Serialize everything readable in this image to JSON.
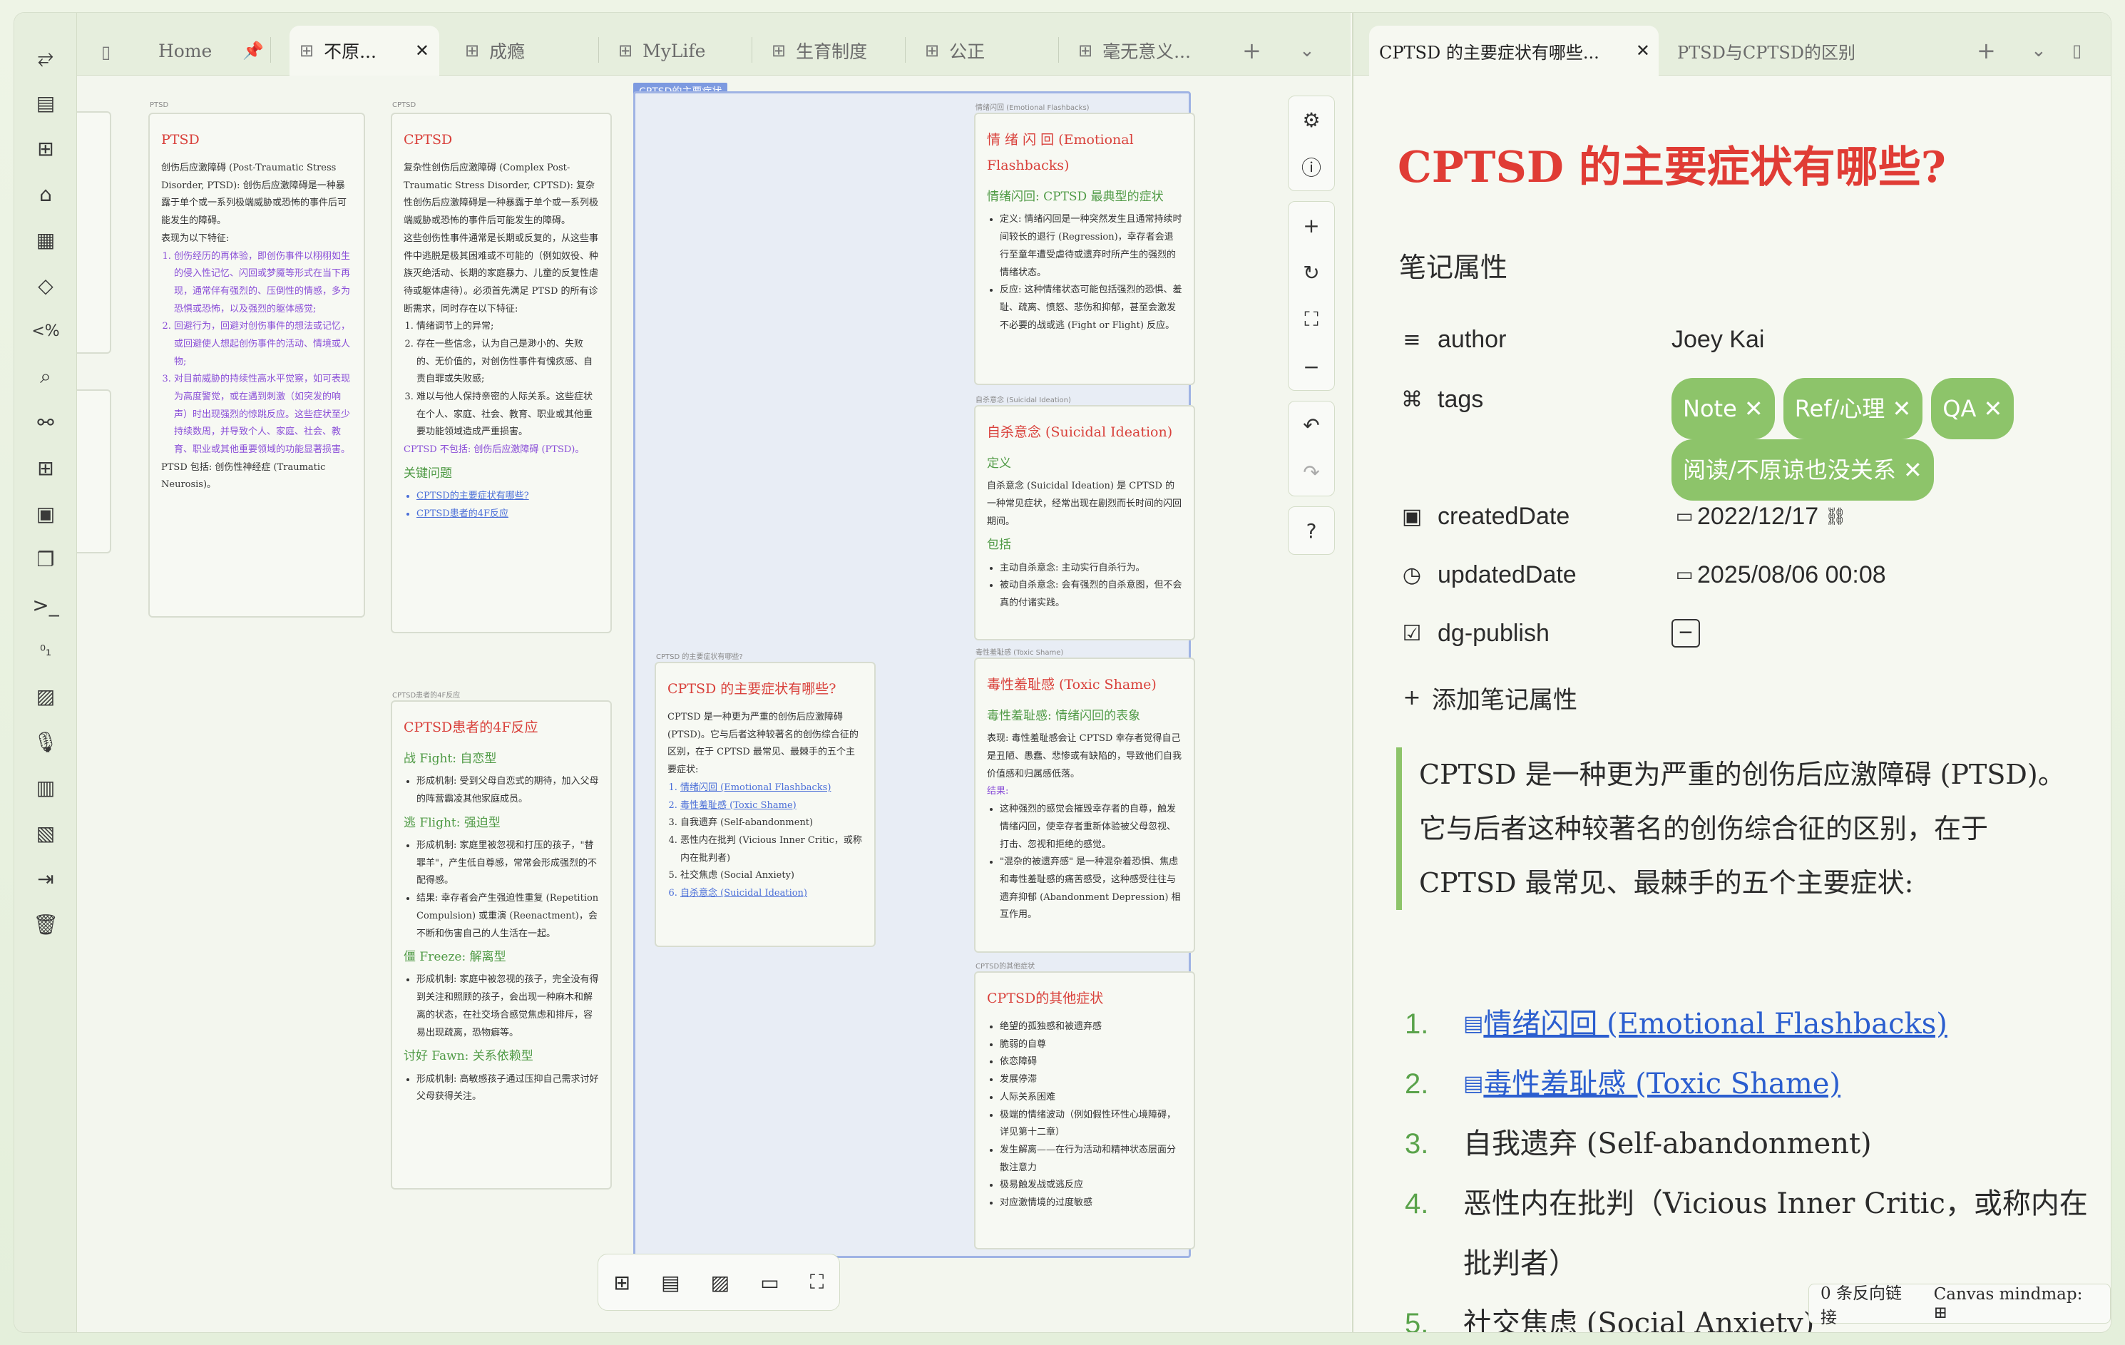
{
  "tabs": {
    "left": [
      {
        "label": "Home"
      },
      {
        "label": "不原..."
      },
      {
        "label": "成瘾"
      },
      {
        "label": "MyLife"
      },
      {
        "label": "生育制度"
      },
      {
        "label": "公正"
      },
      {
        "label": "毫无意义..."
      }
    ],
    "right": [
      {
        "label": "CPTSD 的主要症状有哪些..."
      },
      {
        "label": "PTSD与CPTSD的区别"
      }
    ]
  },
  "canvas": {
    "group_label": "CPTSD的主要症状",
    "ptsd": {
      "label": "PTSD",
      "title": "PTSD",
      "body": "创伤后应激障碍 (Post-Traumatic Stress Disorder, PTSD): 创伤后应激障碍是一种暴露于单个或一系列极端威胁或恐怖的事件后可能发生的障碍。",
      "intro": "表现为以下特征:",
      "items": [
        "创伤经历的再体验，即创伤事件以栩栩如生的侵入性记忆、闪回或梦魇等形式在当下再现，通常伴有强烈的、压倒性的情感，多为恐惧或恐怖，以及强烈的躯体感觉;",
        "回避行为，回避对创伤事件的想法或记忆，或回避使人想起创伤事件的活动、情境或人物;",
        "对目前威胁的持续性高水平觉察，如可表现为高度警觉，或在遇到刺激（如突发的响声）时出现强烈的惊跳反应。这些症状至少持续数周，并导致个人、家庭、社会、教育、职业或其他重要领域的功能显著损害。"
      ],
      "footer": "PTSD 包括: 创伤性神经症 (Traumatic Neurosis)。"
    },
    "cptsd": {
      "label": "CPTSD",
      "title": "CPTSD",
      "body": "复杂性创伤后应激障碍 (Complex Post-Traumatic Stress Disorder, CPTSD): 复杂性创伤后应激障碍是一种暴露于单个或一系列极端威胁或恐怖的事件后可能发生的障碍。",
      "body2": "这些创伤性事件通常是长期或反复的，从这些事件中逃脱是极其困难或不可能的（例如奴役、种族灭绝活动、长期的家庭暴力、儿童的反复性虐待或躯体虐待）。必须首先满足 PTSD 的所有诊断需求，同时存在以下特征:",
      "items": [
        "情绪调节上的异常;",
        "存在一些信念，认为自己是渺小的、失败的、无价值的，对创伤性事件有愧疚感、自责自罪或失败感;",
        "难以与他人保持亲密的人际关系。这些症状在个人、家庭、社会、教育、职业或其他重要功能领域造成严重损害。"
      ],
      "note": "CPTSD 不包括: 创伤后应激障碍 (PTSD)。",
      "h2": "关键问题",
      "links": [
        "CPTSD的主要症状有哪些?",
        "CPTSD患者的4F反应"
      ]
    },
    "fourf": {
      "label": "CPTSD患者的4F反应",
      "title": "CPTSD患者的4F反应",
      "sections": [
        {
          "h": "战 Fight: 自恋型",
          "items": [
            "形成机制: 受到父母自恋式的期待，加入父母的阵营霸凌其他家庭成员。"
          ]
        },
        {
          "h": "逃 Flight: 强迫型",
          "items": [
            "形成机制: 家庭里被忽视和打压的孩子，\"替罪羊\"，产生低自尊感，常常会形成强烈的不配得感。",
            "结果: 幸存者会产生强迫性重复 (Repetition Compulsion) 或重演 (Reenactment)，会不断和伤害自己的人生活在一起。"
          ]
        },
        {
          "h": "僵 Freeze: 解离型",
          "items": [
            "形成机制: 家庭中被忽视的孩子，完全没有得到关注和照顾的孩子，会出现一种麻木和解离的状态，在社交场合感觉焦虑和排斥，容易出现疏离，恐物癖等。"
          ]
        },
        {
          "h": "讨好 Fawn: 关系依赖型",
          "items": [
            "形成机制: 高敏感孩子通过压抑自己需求讨好父母获得关注。"
          ]
        }
      ]
    },
    "center": {
      "label": "CPTSD 的主要症状有哪些?",
      "title": "CPTSD 的主要症状有哪些?",
      "body": "CPTSD 是一种更为严重的创伤后应激障碍 (PTSD)。它与后者这种较著名的创伤综合征的区别，在于 CPTSD 最常见、最棘手的五个主要症状:",
      "items": [
        "情绪闪回 (Emotional Flashbacks)",
        "毒性羞耻感 (Toxic Shame)",
        "自我遗弃 (Self-abandonment)",
        "恶性内在批判 (Vicious Inner Critic，或称内在批判者)",
        "社交焦虑 (Social Anxiety)",
        "自杀意念 (Suicidal Ideation)"
      ]
    },
    "flash": {
      "label": "情绪闪回 (Emotional Flashbacks)",
      "title": "情 绪 闪 回 (Emotional Flashbacks)",
      "h2": "情绪闪回: CPTSD 最典型的症状",
      "items": [
        "定义: 情绪闪回是一种突然发生且通常持续时间较长的退行 (Regression)，幸存者会退行至童年遭受虐待或遗弃时所产生的强烈的情绪状态。",
        "反应: 这种情绪状态可能包括强烈的恐惧、羞耻、疏离、愤怒、悲伤和抑郁，甚至会激发不必要的战或逃 (Fight or Flight) 反应。"
      ]
    },
    "suicide": {
      "label": "自杀意念 (Suicidal Ideation)",
      "title": "自杀意念 (Suicidal Ideation)",
      "h2": "定义",
      "body": "自杀意念 (Suicidal Ideation) 是 CPTSD 的一种常见症状，经常出现在剧烈而长时间的闪回期间。",
      "h3": "包括",
      "items": [
        "主动自杀意念: 主动实行自杀行为。",
        "被动自杀意念: 会有强烈的自杀意图，但不会真的付诸实践。"
      ]
    },
    "shame": {
      "label": "毒性羞耻感 (Toxic Shame)",
      "title": "毒性羞耻感 (Toxic Shame)",
      "h2": "毒性羞耻感: 情绪闪回的表象",
      "body": "表现: 毒性羞耻感会让 CPTSD 幸存者觉得自己是丑陋、愚蠢、悲惨或有缺陷的，导致他们自我价值感和归属感低落。",
      "h3": "结果:",
      "items": [
        "这种强烈的感觉会摧毁幸存者的自尊，触发情绪闪回，使幸存者重新体验被父母忽视、打击、忽视和拒绝的感觉。",
        "\"混杂的被遗弃感\" 是一种混杂着恐惧、焦虑和毒性羞耻感的痛苦感受，这种感受往往与遗弃抑郁 (Abandonment Depression) 相互作用。"
      ]
    },
    "other": {
      "label": "CPTSD的其他症状",
      "title": "CPTSD的其他症状",
      "items": [
        "绝望的孤独感和被遗弃感",
        "脆弱的自尊",
        "依恋障碍",
        "发展停滞",
        "人际关系困难",
        "极端的情绪波动（例如假性环性心境障碍，详见第十二章）",
        "发生解离——在行为活动和精神状态层面分散注意力",
        "极易触发战或逃反应",
        "对应激情境的过度敏感"
      ]
    }
  },
  "note": {
    "title": "CPTSD 的主要症状有哪些?",
    "props_heading": "笔记属性",
    "props": {
      "author_key": "author",
      "author_val": "Joey Kai",
      "tags_key": "tags",
      "tags": [
        "Note",
        "Ref/心理",
        "QA",
        "阅读/不原谅也没关系"
      ],
      "created_key": "createdDate",
      "created_val": "2022/12/17",
      "updated_key": "updatedDate",
      "updated_val": "2025/08/06 00:08",
      "publish_key": "dg-publish"
    },
    "add_prop": "添加笔记属性",
    "quote": "CPTSD 是一种更为严重的创伤后应激障碍 (PTSD)。它与后者这种较著名的创伤综合征的区别，在于 CPTSD 最常见、最棘手的五个主要症状:",
    "list": [
      {
        "n": "1.",
        "t": "情绪闪回 (Emotional Flashbacks)",
        "link": true
      },
      {
        "n": "2.",
        "t": "毒性羞耻感 (Toxic Shame)",
        "link": true
      },
      {
        "n": "3.",
        "t": "自我遗弃 (Self-abandonment)",
        "link": false
      },
      {
        "n": "4.",
        "t": "恶性内在批判（Vicious Inner Critic，或称内在批判者）",
        "link": false
      },
      {
        "n": "5.",
        "t": "社交焦虑 (Social Anxiety)",
        "link": false
      }
    ]
  },
  "status": {
    "backlinks": "0 条反向链接",
    "mindmap": "Canvas mindmap:"
  }
}
